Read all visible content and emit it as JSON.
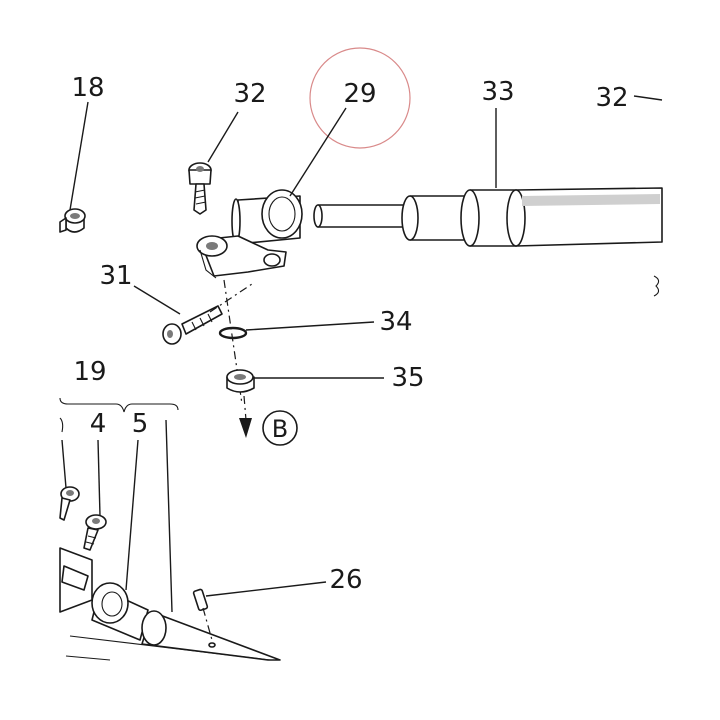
{
  "callouts": {
    "c18": "18",
    "c32a": "32",
    "c29": "29",
    "c33": "33",
    "c32b": "32",
    "c31": "31",
    "c34": "34",
    "c35": "35",
    "c19": "19",
    "c4": "4",
    "c5": "5",
    "c26": "26",
    "view_b": "B"
  },
  "colors": {
    "ink": "#1a1a1a",
    "highlight_circle": "#d98a8a",
    "shade": "#7a7a7a"
  }
}
